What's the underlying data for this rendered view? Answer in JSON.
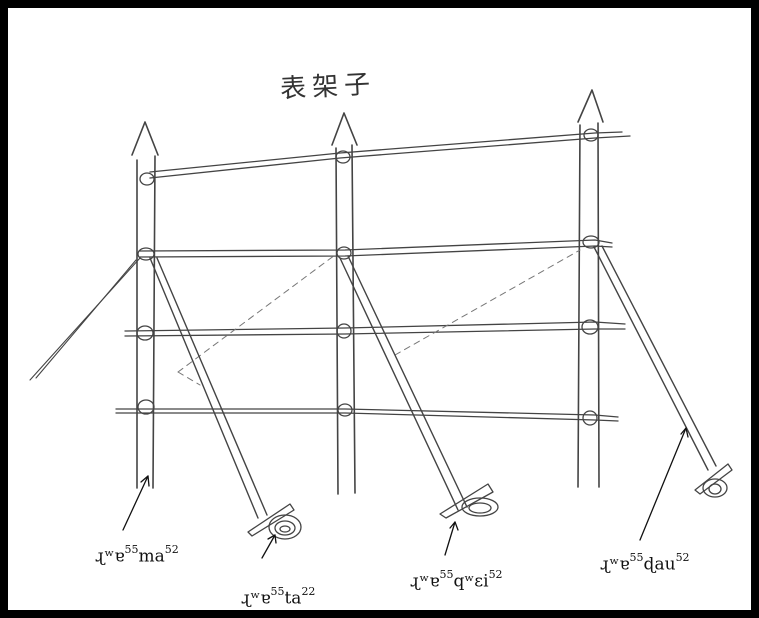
{
  "title": "表架子",
  "labels": {
    "post": {
      "base": "ɻʷɐ",
      "tone1": "55",
      "syl": "ma",
      "tone2": "52"
    },
    "stake_left": {
      "base": "ɻʷɐ",
      "tone1": "55",
      "syl": "ta",
      "tone2": "22"
    },
    "stake_mid": {
      "base": "ɻʷɐ",
      "tone1": "55",
      "syl": "qʷɛi",
      "tone2": "52"
    },
    "stake_right": {
      "base": "ɻʷɐ",
      "tone1": "55",
      "syl": "ɖau",
      "tone2": "52"
    }
  },
  "colors": {
    "ink": "#2a2a2a",
    "pencil": "#555555",
    "frame": "#000000"
  }
}
